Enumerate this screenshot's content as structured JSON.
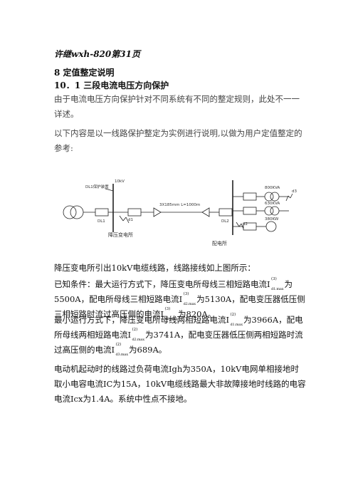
{
  "header": {
    "text": "许继wxh-820第31页"
  },
  "section": {
    "title": "8 定值整定说明"
  },
  "subsection": {
    "title": "10．1 三段电流电压方向保护"
  },
  "intro": {
    "p1": "由于电流电压方向保护针对不同系统有不同的整定规则，此处不一一详述。",
    "p2": "以下内容是以一线路保护整定为实例进行说明,以做为用户定值整定的参考:"
  },
  "diagram": {
    "protection_device": "DL1保护装置",
    "bus_voltage": "10kV",
    "line_spec": "3X185mm L=1000m",
    "substation": "降压变电所",
    "distribution": "配电所",
    "breaker1": "DL1",
    "breaker2": "DL2",
    "fault_d1": "d1",
    "fault_d2": "d2",
    "fault_d3": "d3",
    "load1": "800KVA",
    "load2": "630KVA",
    "load3": "380KW"
  },
  "body": {
    "b1": "降压变电所引出10kV电缆线路，线路接线如上图所示：",
    "b2": {
      "t1": "已知条件：最大运行方式下，降压变电所母线三相短路电流",
      "t2": "为5500A，配电所母线三相短路电流",
      "t3": "为5130A，配电变压器低压侧三相短路时流过高压侧的电流",
      "t4": "为820A。"
    },
    "b3": {
      "t1": "最小运行方式下，降压变电所母线两相短路电流",
      "t2": "为3966A，配电所母线两相短路电流",
      "t3": "为3741A，配电变压器低压侧两相短路时流过高压侧的电流",
      "t4": "为689A。"
    },
    "b4": "电动机起动时的线路过负荷电流Igh为350A，10kV电网单相接地时取小电容电流IC为15A，10kV电缆线路最大非故障接地时线路的电容电流Icx为1.4A。系统中性点不接地。"
  },
  "symbols": {
    "i": "I",
    "sup3": "(3)",
    "sup2": "(2)",
    "d1max": "d1.max",
    "d2max": "d2.max",
    "d3max": "d3.max"
  }
}
